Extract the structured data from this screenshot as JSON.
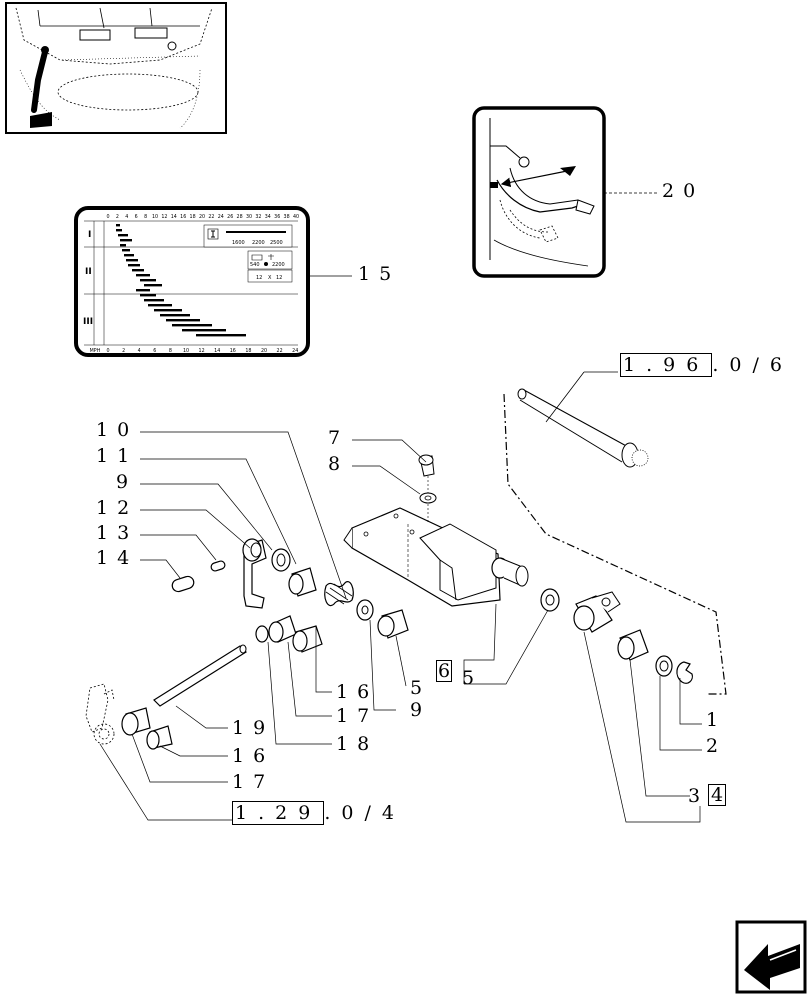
{
  "callouts": {
    "c1": "1",
    "c2": "2",
    "c3": "3",
    "c4": "4",
    "c5a": "5",
    "c5b": "5",
    "c6": "6",
    "c7": "7",
    "c8": "8",
    "c9a": "9",
    "c9b": "9",
    "c10": "10",
    "c11": "11",
    "c12": "12",
    "c13": "13",
    "c14": "14",
    "c15": "15",
    "c16a": "16",
    "c16b": "16",
    "c17a": "17",
    "c17b": "17",
    "c18": "18",
    "c19": "19",
    "c20": "20"
  },
  "refs": {
    "r196_box": "1.96",
    "r196_rest": ".0/6",
    "r129_box": "1.29",
    "r129_rest": ".0/4"
  },
  "speed_chart": {
    "top_axis": [
      "0",
      "2",
      "4",
      "6",
      "8",
      "10",
      "12",
      "14",
      "16",
      "18",
      "20",
      "22",
      "24",
      "26",
      "28",
      "30",
      "32",
      "34",
      "36",
      "38",
      "40"
    ],
    "bottom_axis": [
      "MPH",
      "0",
      "2",
      "4",
      "6",
      "8",
      "10",
      "12",
      "14",
      "16",
      "18",
      "20",
      "22",
      "24"
    ],
    "ranges": [
      "I",
      "II",
      "III"
    ],
    "rpm_values": [
      "1600",
      "2200",
      "2500"
    ],
    "pto_label": "540",
    "pto_rpm": "2200",
    "tire": "12",
    "tire_x": "X",
    "tire_size": "12"
  }
}
